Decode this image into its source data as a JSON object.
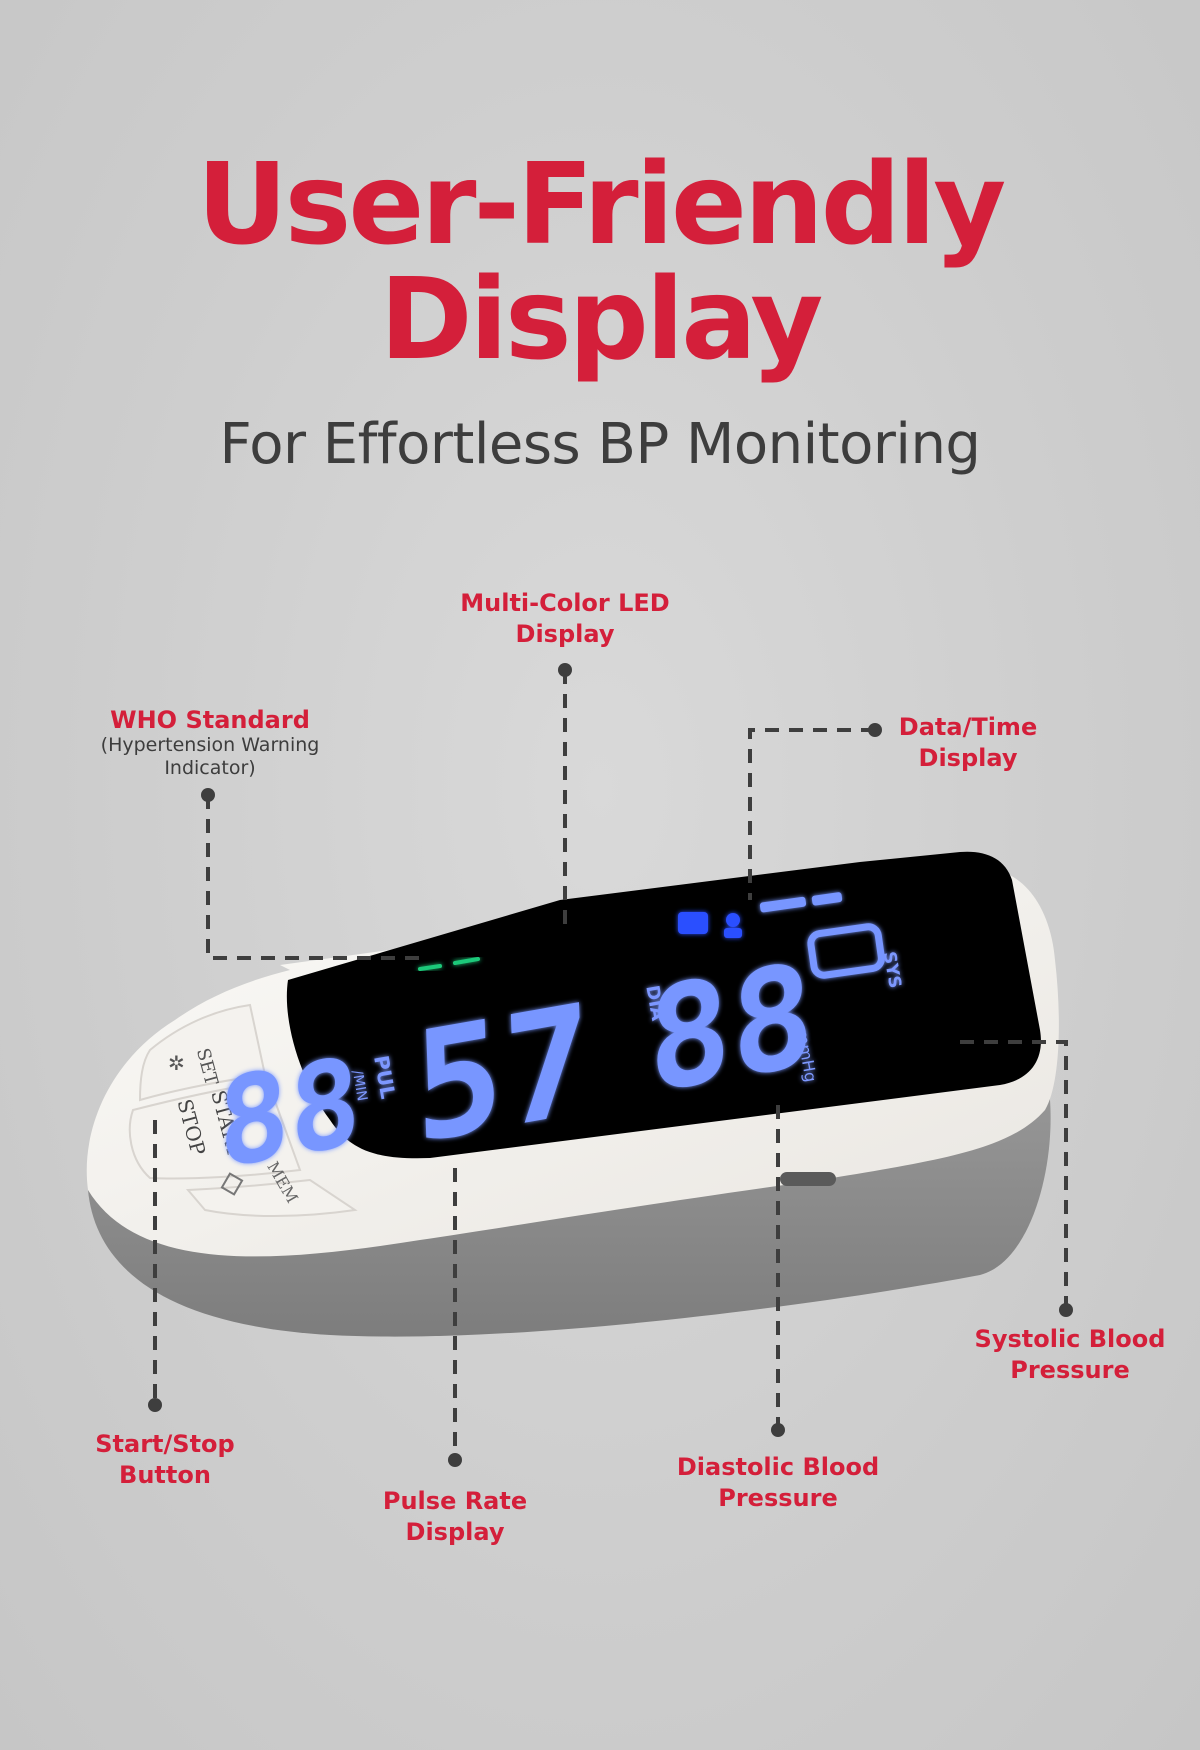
{
  "heading": {
    "line1": "User-Friendly",
    "line2": "Display",
    "subtitle": "For Effortless BP Monitoring"
  },
  "callouts": {
    "multicolor_led": {
      "line1": "Multi-Color  LED",
      "line2": "Display"
    },
    "who_standard": {
      "title": "WHO Standard",
      "note_line1": "(Hypertension Warning",
      "note_line2": "Indicator)"
    },
    "date_time": {
      "line1": "Data/Time",
      "line2": "Display"
    },
    "systolic": {
      "line1": "Systolic Blood",
      "line2": "Pressure"
    },
    "start_stop": {
      "line1": "Start/Stop",
      "line2": "Button"
    },
    "pulse_rate": {
      "line1": "Pulse Rate",
      "line2": "Display"
    },
    "diastolic": {
      "line1": "Diastolic Blood",
      "line2": "Pressure"
    }
  },
  "device": {
    "buttons": {
      "set": "SET",
      "start": "START",
      "stop": "STOP",
      "mem": "MEM"
    },
    "screen_labels": {
      "pul": "PUL",
      "min": "/MIN",
      "dia": "DIA",
      "sys": "SYS",
      "unit": "mmHg"
    },
    "readings": {
      "pulse": "88",
      "diastolic": "57",
      "systolic": "88"
    }
  },
  "colors": {
    "accent": "#d41f3a",
    "lcd_blue": "#6f8dff",
    "indicator_green": "#1fc97a"
  }
}
